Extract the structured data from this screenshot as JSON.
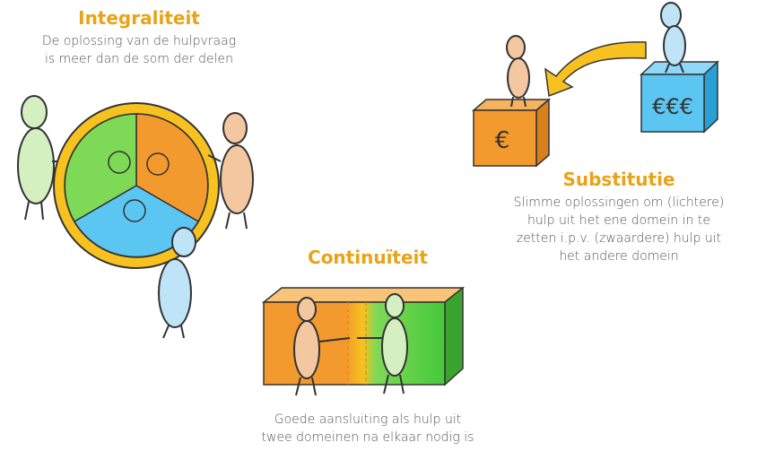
{
  "integraliteit": {
    "title": "Integraliteit",
    "line1": "De oplossing van de hulpvraag",
    "line2": "is meer dan de som der delen"
  },
  "substitutie": {
    "title": "Substitutie",
    "line1": "Slimme oplossingen om (lichtere)",
    "line2": "hulp uit het ene domein in te",
    "line3": "zetten i.p.v. (zwaardere) hulp uit",
    "line4": "het andere domein",
    "small_box": "€",
    "big_box": "€€€"
  },
  "continuiteit": {
    "title": "Continuïteit",
    "line1": "Goede aansluiting als hulp uit",
    "line2": "twee domeinen na elkaar nodig is"
  },
  "colors": {
    "title": "#e8a317",
    "text": "#555555",
    "orange": "#f39a2e",
    "green": "#7ed957",
    "blue": "#5cc6f2",
    "gold": "#f7c21f",
    "figure_peach": "#f3c7a0",
    "figure_green": "#d4f0c0",
    "figure_blue": "#bfe3f7"
  }
}
